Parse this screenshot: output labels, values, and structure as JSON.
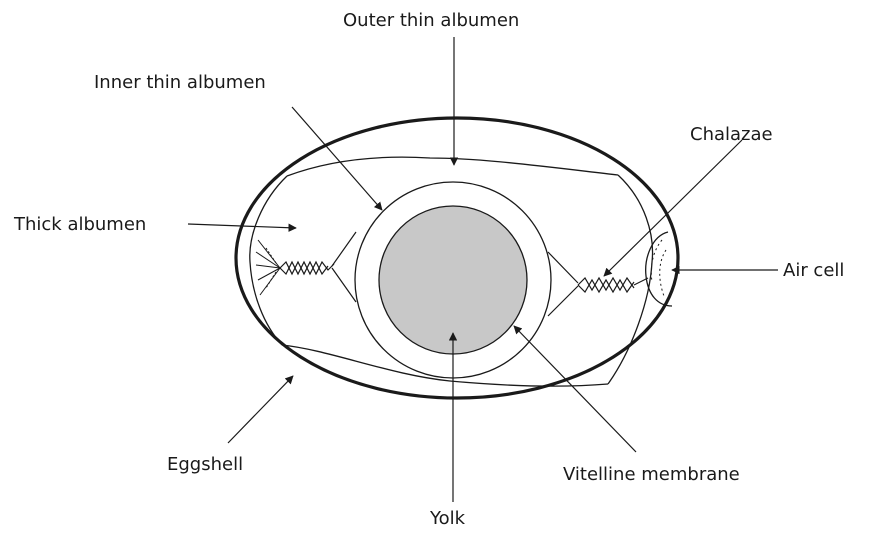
{
  "labels": {
    "outer_thin_albumen": "Outer thin albumen",
    "inner_thin_albumen": "Inner thin albumen",
    "chalazae": "Chalazae",
    "thick_albumen": "Thick albumen",
    "air_cell": "Air cell",
    "eggshell": "Eggshell",
    "vitelline_membrane": "Vitelline membrane",
    "yolk": "Yolk"
  },
  "colors": {
    "line": "#1a1a1a",
    "yolk_fill": "#c8c8c8",
    "background": "#ffffff"
  }
}
